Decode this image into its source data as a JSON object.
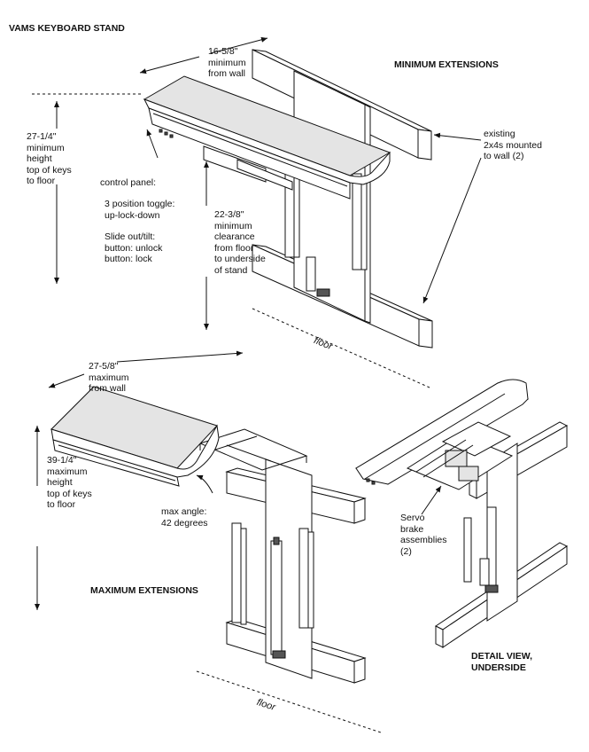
{
  "title": "VAMS KEYBOARD STAND",
  "views": {
    "minimum": {
      "heading": "MINIMUM EXTENSIONS",
      "from_wall": "16-5/8\"\nminimum\nfrom wall",
      "height": "27-1/4\"\nminimum\nheight\ntop of keys\nto floor",
      "clearance": "22-3/8\"\nminimum\nclearance\nfrom floor\nto underside\nof stand",
      "studs": "existing\n2x4s mounted\nto wall (2)",
      "floor": "floor"
    },
    "control_panel": {
      "title": "control panel:",
      "toggle": "3 position toggle:\n   up-lock-down",
      "slide": "Slide out/tilt:\nbutton: unlock\nbutton: lock"
    },
    "maximum": {
      "heading": "MAXIMUM EXTENSIONS",
      "from_wall": "27-5/8\"\nmaximum\nfrom wall",
      "height": "39-1/4\"\nmaximum\nheight\ntop of keys\nto floor",
      "angle": "max angle:\n42 degrees",
      "floor": "floor"
    },
    "detail": {
      "heading": "DETAIL VIEW,\nUNDERSIDE",
      "servo": "Servo\nbrake\nassemblies\n(2)"
    }
  }
}
